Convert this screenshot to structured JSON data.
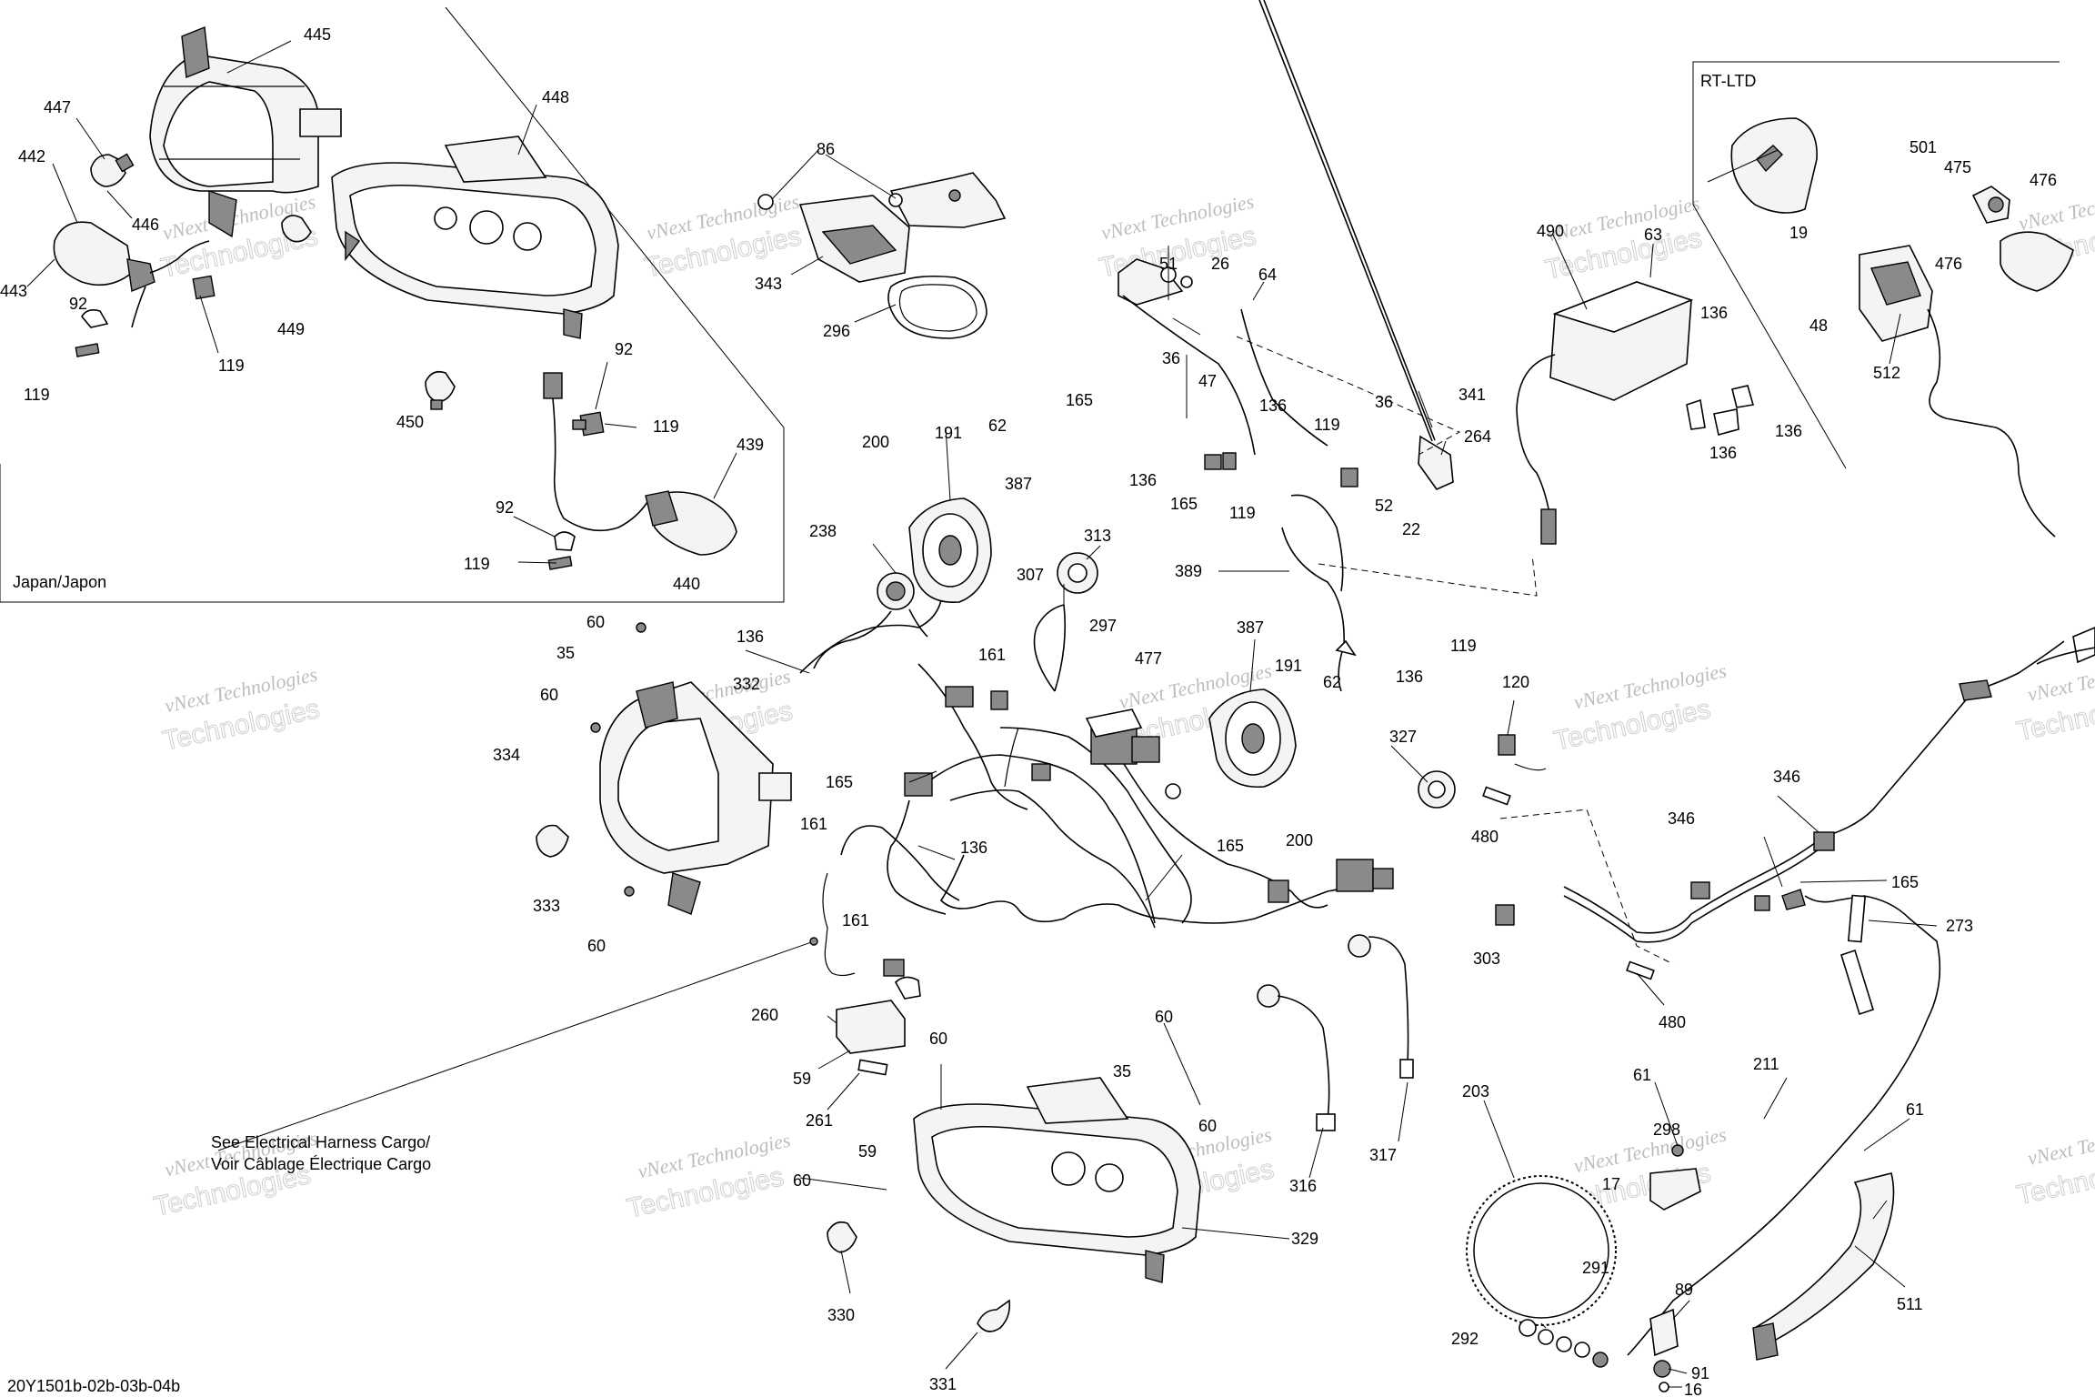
{
  "drawing": {
    "code": "20Y1501b-02b-03b-04b",
    "note_line1": "See Electrical Harness Cargo/",
    "note_line2": "Voir Câblage Électrique Cargo"
  },
  "regions": {
    "japan": "Japan/Japon",
    "rt_ltd": "RT-LTD"
  },
  "watermark": {
    "line1": "vNext Technologies",
    "line2": "Technologies"
  },
  "callouts": [
    {
      "id": "c445",
      "num": "445"
    },
    {
      "id": "c447",
      "num": "447"
    },
    {
      "id": "c442",
      "num": "442"
    },
    {
      "id": "c443",
      "num": "443"
    },
    {
      "id": "c446",
      "num": "446"
    },
    {
      "id": "c448",
      "num": "448"
    },
    {
      "id": "c449",
      "num": "449"
    },
    {
      "id": "c119a",
      "num": "119"
    },
    {
      "id": "c92a",
      "num": "92"
    },
    {
      "id": "c119b",
      "num": "119"
    },
    {
      "id": "c450",
      "num": "450"
    },
    {
      "id": "c92b",
      "num": "92"
    },
    {
      "id": "c119c",
      "num": "119"
    },
    {
      "id": "c439",
      "num": "439"
    },
    {
      "id": "c92c",
      "num": "92"
    },
    {
      "id": "c119d",
      "num": "119"
    },
    {
      "id": "c440",
      "num": "440"
    },
    {
      "id": "c86",
      "num": "86"
    },
    {
      "id": "c343",
      "num": "343"
    },
    {
      "id": "c296",
      "num": "296"
    },
    {
      "id": "c51",
      "num": "51"
    },
    {
      "id": "c26",
      "num": "26"
    },
    {
      "id": "c64",
      "num": "64"
    },
    {
      "id": "c36a",
      "num": "36"
    },
    {
      "id": "c47",
      "num": "47"
    },
    {
      "id": "c165a",
      "num": "165"
    },
    {
      "id": "c136a",
      "num": "136"
    },
    {
      "id": "c119e",
      "num": "119"
    },
    {
      "id": "c136b",
      "num": "136"
    },
    {
      "id": "c165b",
      "num": "165"
    },
    {
      "id": "c119f",
      "num": "119"
    },
    {
      "id": "c52",
      "num": "52"
    },
    {
      "id": "c36b",
      "num": "36"
    },
    {
      "id": "c341",
      "num": "341"
    },
    {
      "id": "c264",
      "num": "264"
    },
    {
      "id": "c22",
      "num": "22"
    },
    {
      "id": "c389",
      "num": "389"
    },
    {
      "id": "c136c",
      "num": "136"
    },
    {
      "id": "c119g",
      "num": "119"
    },
    {
      "id": "c490",
      "num": "490"
    },
    {
      "id": "c63",
      "num": "63"
    },
    {
      "id": "c136d",
      "num": "136"
    },
    {
      "id": "c136e",
      "num": "136"
    },
    {
      "id": "c136f",
      "num": "136"
    },
    {
      "id": "c501",
      "num": "501"
    },
    {
      "id": "c475",
      "num": "475"
    },
    {
      "id": "c476a",
      "num": "476"
    },
    {
      "id": "c19",
      "num": "19"
    },
    {
      "id": "c476b",
      "num": "476"
    },
    {
      "id": "c48",
      "num": "48"
    },
    {
      "id": "c512",
      "num": "512"
    },
    {
      "id": "c200a",
      "num": "200"
    },
    {
      "id": "c191a",
      "num": "191"
    },
    {
      "id": "c62a",
      "num": "62"
    },
    {
      "id": "c387a",
      "num": "387"
    },
    {
      "id": "c238",
      "num": "238"
    },
    {
      "id": "c313",
      "num": "313"
    },
    {
      "id": "c307",
      "num": "307"
    },
    {
      "id": "c297",
      "num": "297"
    },
    {
      "id": "c477",
      "num": "477"
    },
    {
      "id": "c136g",
      "num": "136"
    },
    {
      "id": "c161a",
      "num": "161"
    },
    {
      "id": "c387b",
      "num": "387"
    },
    {
      "id": "c191b",
      "num": "191"
    },
    {
      "id": "c62b",
      "num": "62"
    },
    {
      "id": "c200b",
      "num": "200"
    },
    {
      "id": "c327",
      "num": "327"
    },
    {
      "id": "c120",
      "num": "120"
    },
    {
      "id": "c480a",
      "num": "480"
    },
    {
      "id": "c60a",
      "num": "60"
    },
    {
      "id": "c35a",
      "num": "35"
    },
    {
      "id": "c60b",
      "num": "60"
    },
    {
      "id": "c332",
      "num": "332"
    },
    {
      "id": "c334",
      "num": "334"
    },
    {
      "id": "c333",
      "num": "333"
    },
    {
      "id": "c60c",
      "num": "60"
    },
    {
      "id": "c165c",
      "num": "165"
    },
    {
      "id": "c161b",
      "num": "161"
    },
    {
      "id": "c136h",
      "num": "136"
    },
    {
      "id": "c161c",
      "num": "161"
    },
    {
      "id": "c165d",
      "num": "165"
    },
    {
      "id": "c303",
      "num": "303"
    },
    {
      "id": "c346a",
      "num": "346"
    },
    {
      "id": "c346b",
      "num": "346"
    },
    {
      "id": "c165e",
      "num": "165"
    },
    {
      "id": "c273",
      "num": "273"
    },
    {
      "id": "c480b",
      "num": "480"
    },
    {
      "id": "c260",
      "num": "260"
    },
    {
      "id": "c59a",
      "num": "59"
    },
    {
      "id": "c261",
      "num": "261"
    },
    {
      "id": "c60d",
      "num": "60"
    },
    {
      "id": "c59b",
      "num": "59"
    },
    {
      "id": "c60e",
      "num": "60"
    },
    {
      "id": "c35b",
      "num": "35"
    },
    {
      "id": "c60f",
      "num": "60"
    },
    {
      "id": "c329",
      "num": "329"
    },
    {
      "id": "c60g",
      "num": "60"
    },
    {
      "id": "c330",
      "num": "330"
    },
    {
      "id": "c331",
      "num": "331"
    },
    {
      "id": "c317",
      "num": "317"
    },
    {
      "id": "c316",
      "num": "316"
    },
    {
      "id": "c203",
      "num": "203"
    },
    {
      "id": "c61a",
      "num": "61"
    },
    {
      "id": "c298",
      "num": "298"
    },
    {
      "id": "c17",
      "num": "17"
    },
    {
      "id": "c211",
      "num": "211"
    },
    {
      "id": "c61b",
      "num": "61"
    },
    {
      "id": "c291",
      "num": "291"
    },
    {
      "id": "c292",
      "num": "292"
    },
    {
      "id": "c89",
      "num": "89"
    },
    {
      "id": "c91",
      "num": "91"
    },
    {
      "id": "c16",
      "num": "16"
    },
    {
      "id": "c511",
      "num": "511"
    }
  ]
}
